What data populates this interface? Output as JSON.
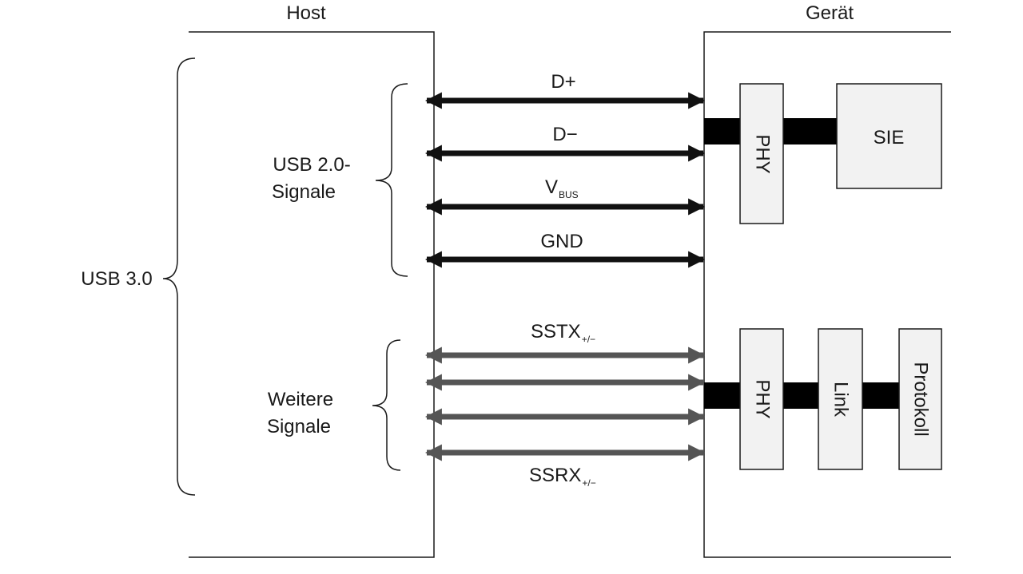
{
  "diagram": {
    "host_label": "Host",
    "device_label": "Gerät",
    "usb30_label": "USB 3.0",
    "usb20_group": {
      "line1": "USB 2.0-",
      "line2": "Signale"
    },
    "other_group": {
      "line1": "Weitere",
      "line2": "Signale"
    },
    "signals": {
      "dplus": "D+",
      "dminus": "D−",
      "vbus_main": "V",
      "vbus_sub": "BUS",
      "gnd": "GND",
      "sstx_main": "SSTX",
      "sstx_sub": "+/−",
      "ssrx_main": "SSRX",
      "ssrx_sub": "+/−"
    },
    "blocks": {
      "phy_usb2": "PHY",
      "sie": "SIE",
      "phy_ss": "PHY",
      "link": "Link",
      "protokoll": "Protokoll"
    },
    "colors": {
      "usb2_arrows": "#111111",
      "ss_arrows": "#555555",
      "connector": "#000000",
      "block_fill": "#f2f2f2"
    }
  }
}
